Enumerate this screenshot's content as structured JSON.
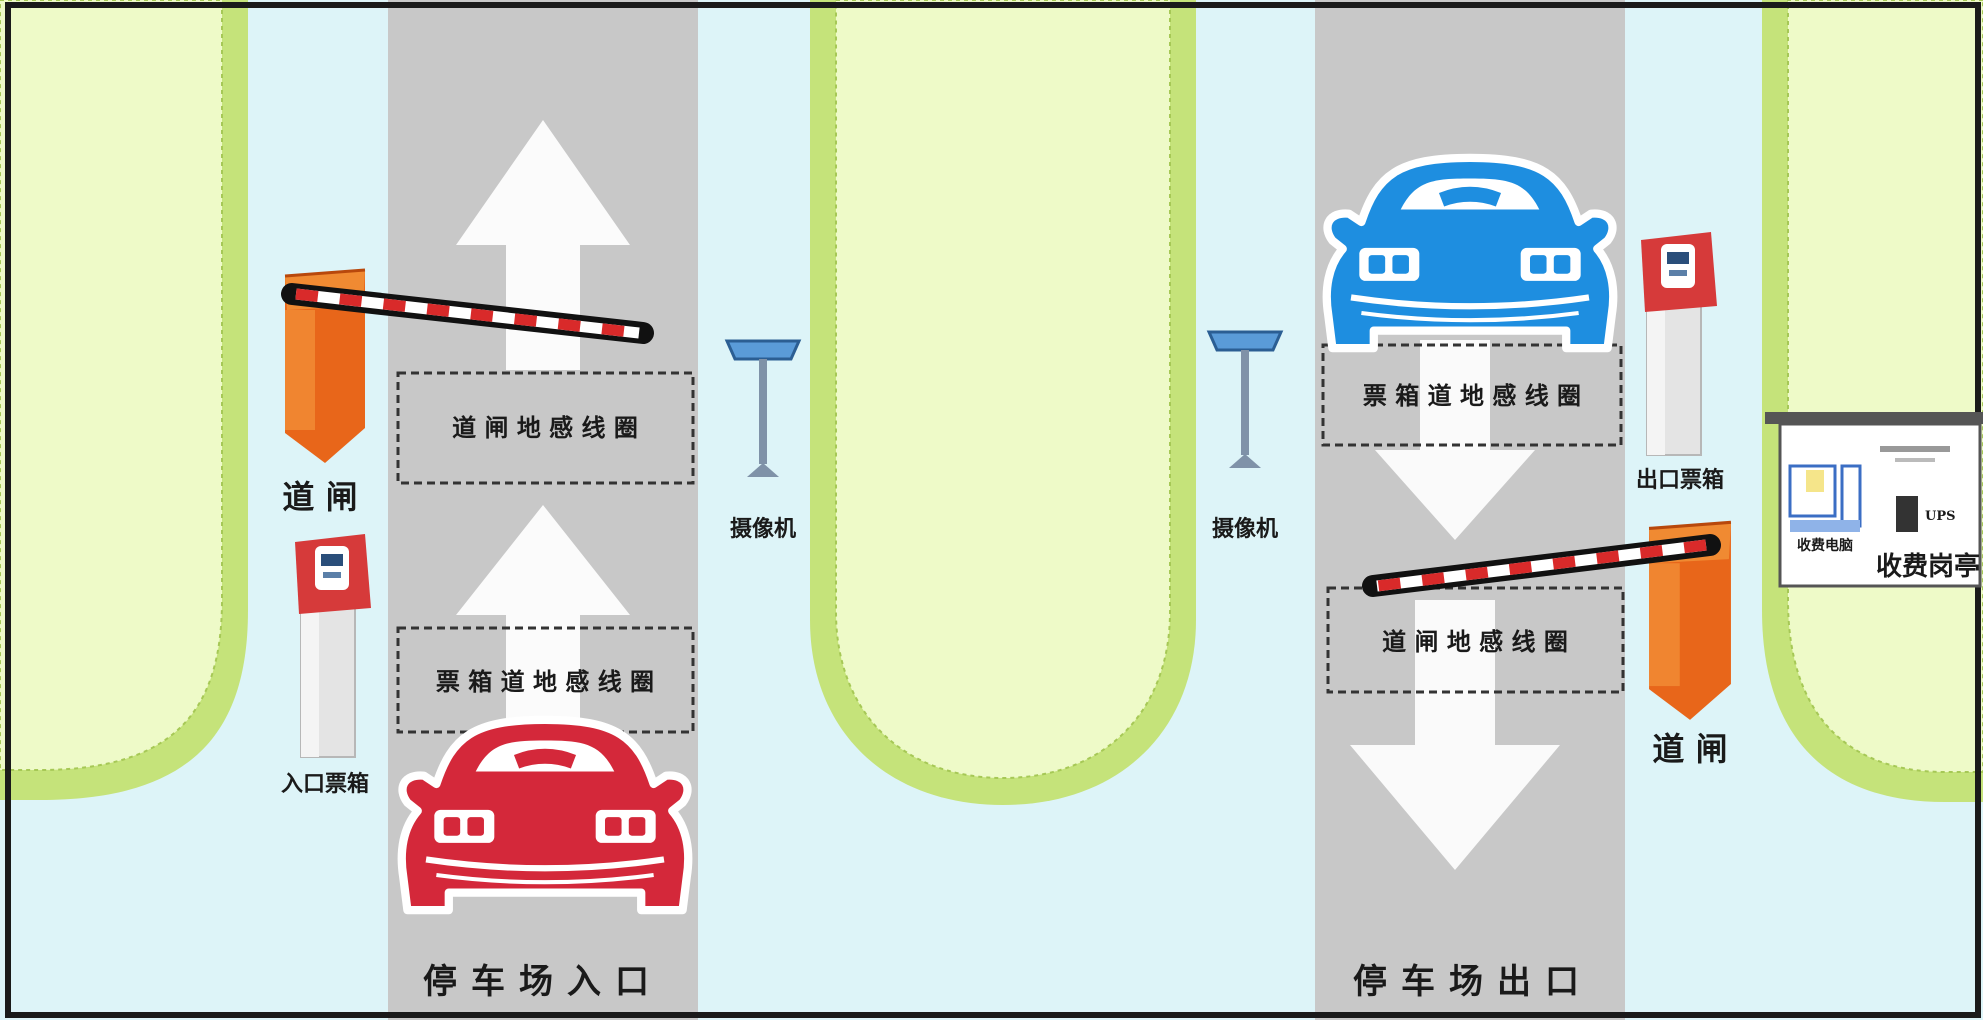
{
  "labels": {
    "entrance_title": "停车场入口",
    "exit_title": "停车场出口",
    "entrance_barrier": "道 闸",
    "exit_barrier": "道 闸",
    "entrance_ticket_box": "入口票箱",
    "exit_ticket_box": "出口票箱",
    "camera_left": "摄像机",
    "camera_right": "摄像机",
    "entrance_gate_loop": "道 闸 地 感 线 圈",
    "entrance_ticket_loop": "票 箱 道 地 感 线 圈",
    "exit_ticket_loop": "票 箱 道 地 感 线 圈",
    "exit_gate_loop": "道 闸 地 感 线 圈",
    "booth_name": "收费岗亭",
    "booth_computer": "收费电脑",
    "booth_ups": "UPS"
  },
  "colors": {
    "background": "#ddf4f8",
    "lane": "#c8c8c8",
    "island_fill": "#eefac8",
    "island_border": "#c5e37a",
    "entrance_car": "#d4283a",
    "exit_car": "#1e8ee0",
    "barrier_body": "#e8661a",
    "ticket_box_head": "#d63a3a",
    "ticket_box_body": "#e6e6e6",
    "arrow": "#ffffff"
  },
  "icons": {
    "entrance_car": "car-front-icon",
    "exit_car": "car-front-icon",
    "camera": "camera-pole-icon",
    "barrier": "barrier-gate-icon",
    "ticket_box": "ticket-dispenser-icon"
  }
}
